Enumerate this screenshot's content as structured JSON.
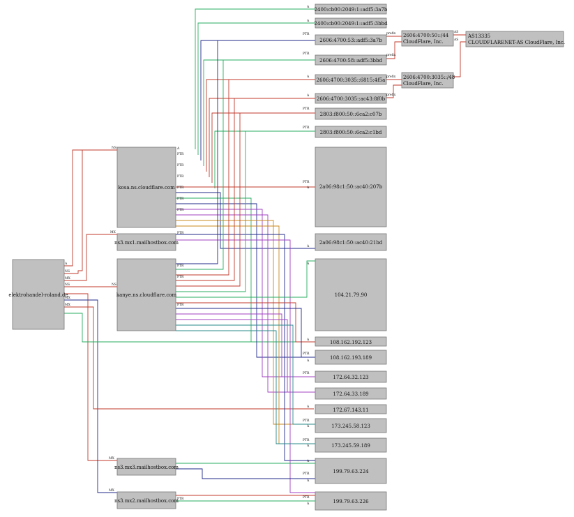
{
  "colors": {
    "node_fill": "#c0c0c0",
    "node_border": "#777777",
    "red": "#c0392b",
    "green": "#27ae60",
    "blue": "#1f2a8a",
    "purple": "#a040c0",
    "orange": "#c8881f",
    "teal": "#2a8a8a"
  },
  "nodes": {
    "domain": "elektrohandel-roland.de",
    "kosa": "kosa.ns.cloudflare.com",
    "kanye": "kanye.ns.cloudflare.com",
    "mx1": "ns3.mx1.mailhostbox.com",
    "mx3": "ns3.mx3.mailhostbox.com",
    "mx2": "ns3.mx2.mailhostbox.com",
    "ip_2400_7a7b": "2400:cb00:2049:1::adf5:3a7b",
    "ip_2400_3bbd": "2400:cb00:2049:1::adf5:3bbd",
    "ip_2606_53_3a7b": "2606:4700:53::adf5:3a7b",
    "ip_2606_58_3bbd": "2606:4700:58::adf5:3bbd",
    "ip_2606_3035_f5a": "2606:4700:3035::6815:4f5a",
    "ip_2606_3035_8f0b": "2606:4700:3035::ac43:8f0b",
    "ip_2803_07b": "2803:f800:50::6ca2:c07b",
    "ip_2803_1bd": "2803:f800:50::6ca2:c1bd",
    "ip_2a06_207b": "2a06:98c1:50::ac40:207b",
    "ip_2a06_21bd": "2a06:98c1:50::ac40:21bd",
    "ip_104": "104.21.79.90",
    "ip_108_123": "108.162.192.123",
    "ip_108_189": "108.162.193.189",
    "ip_172_64_123": "172.64.32.123",
    "ip_172_64_189": "172.64.33.189",
    "ip_172_67": "172.67.143.11",
    "ip_173_123": "173.245.58.123",
    "ip_173_189": "173.245.59.189",
    "ip_199_224": "199.79.63.224",
    "ip_199_226": "199.79.63.226",
    "net_2606_44": "2606:4700:50::/44",
    "net_2606_44_org": "CloudFlare, Inc.",
    "net_2606_48": "2606:4700:3035::/48",
    "net_2606_48_org": "CloudFlare, Inc.",
    "as_line1": "AS13335",
    "as_line2": "CLOUDFLARENET-AS CloudFlare, Inc."
  },
  "edge_labels": {
    "ns": "NS",
    "mx": "MX",
    "a": "A",
    "ptr": "PTR",
    "prefix": "prefix",
    "as": "AS"
  }
}
